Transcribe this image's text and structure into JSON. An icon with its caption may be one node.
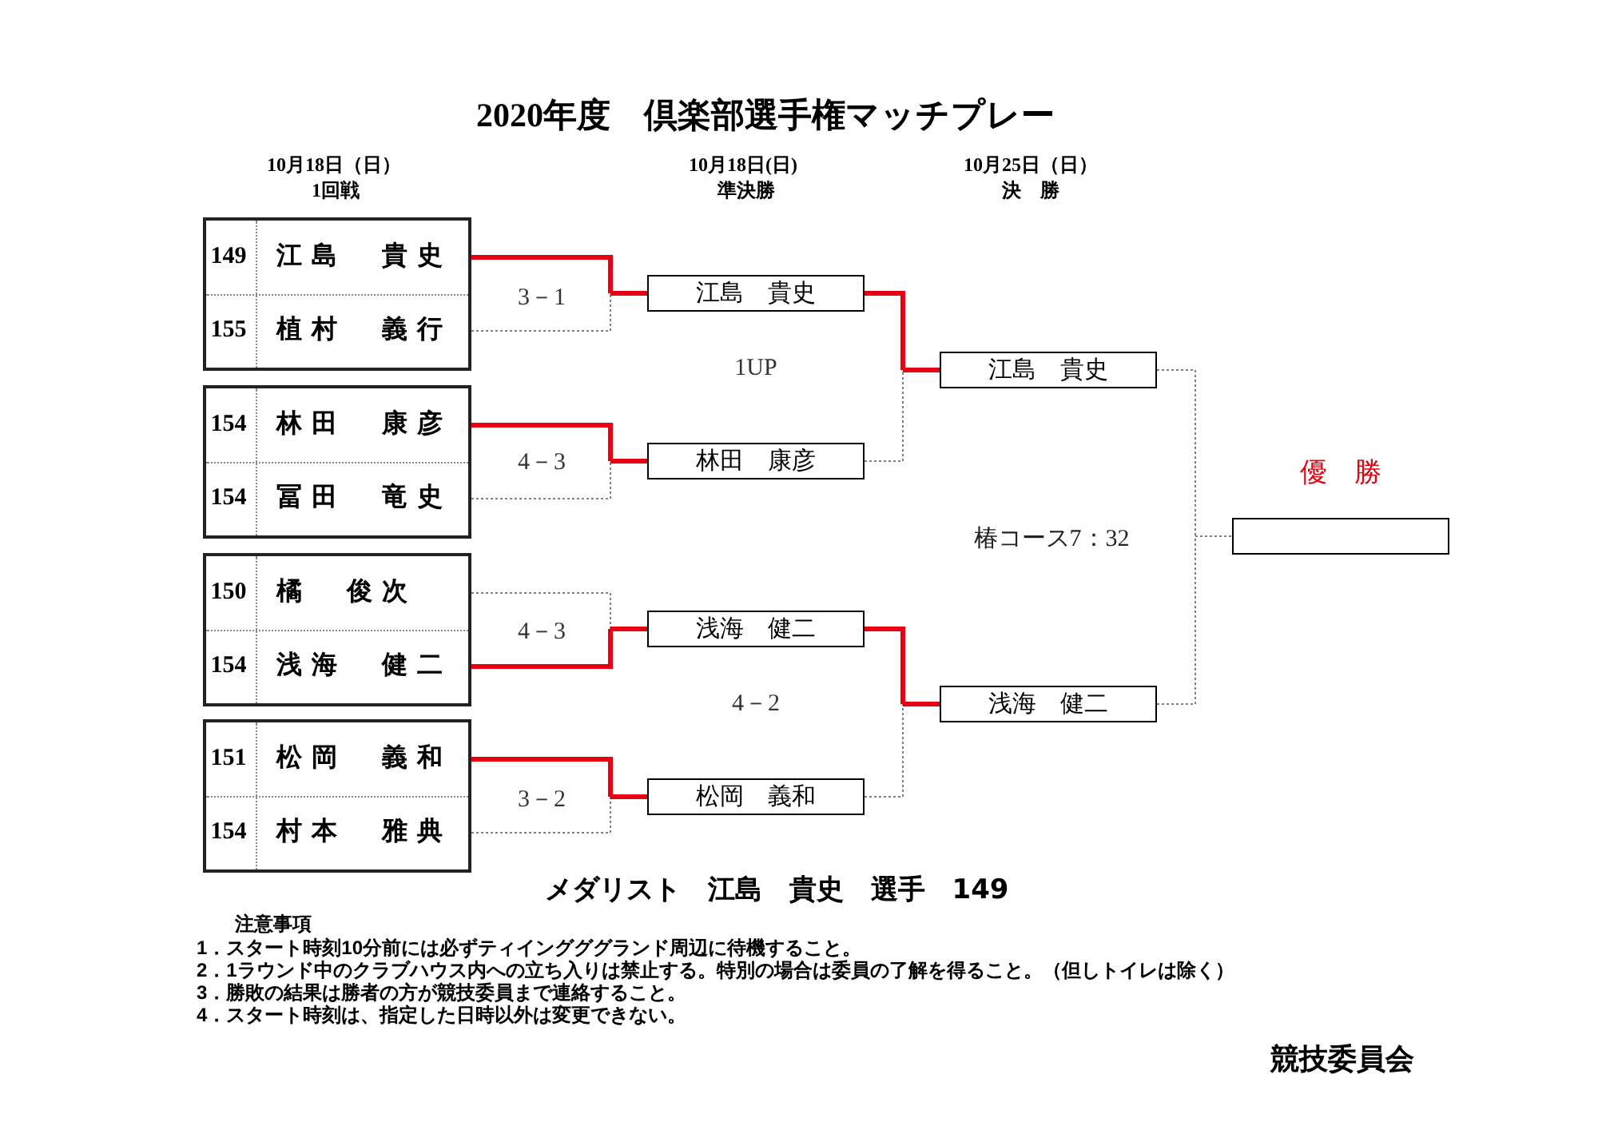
{
  "diagram": {
    "title": "2020年度　倶楽部選手権マッチプレー",
    "nodes": [
      {
        "text": [],
        "shape": "box"
      },
      {
        "text": [
          "149",
          "江島　貴史"
        ],
        "in": 0
      },
      {
        "text": [
          "155",
          "植村　義行"
        ],
        "in": 0
      },
      {
        "text": [],
        "shape": "box"
      },
      {
        "text": [
          "154",
          "林田　康彦"
        ],
        "in": 3
      },
      {
        "text": [
          "154",
          "冨田　竜史"
        ],
        "in": 3
      },
      {
        "text": [],
        "shape": "box"
      },
      {
        "text": [
          "150",
          "橘　俊次"
        ],
        "in": 6
      },
      {
        "text": [
          "154",
          "浅海　健二"
        ],
        "in": 6
      },
      {
        "text": [],
        "shape": "box"
      },
      {
        "text": [
          "151",
          "松岡　義和"
        ],
        "in": 9
      },
      {
        "text": [
          "154",
          "村本　雅典"
        ],
        "in": 9
      },
      {
        "text": [
          "江島　貴史"
        ]
      },
      {
        "text": [
          "林田　康彦"
        ]
      },
      {
        "text": [
          "浅海　健二"
        ]
      },
      {
        "text": [
          "松岡　義和"
        ]
      },
      {
        "text": [
          "江島　貴史"
        ]
      },
      {
        "text": [
          "浅海　健二"
        ]
      },
      {
        "text": [
          "優　勝"
        ]
      }
    ],
    "edges": [
      {
        "from": 1,
        "to": 12,
        "arrow": "none",
        "style": "thick",
        "color": "#e60012"
      },
      {
        "from": 2,
        "to": 12,
        "arrow": "none",
        "style": "dashed"
      },
      {
        "from": 4,
        "to": 13,
        "arrow": "none",
        "style": "thick",
        "color": "#e60012"
      },
      {
        "from": 5,
        "to": 13,
        "arrow": "none",
        "style": "dashed"
      },
      {
        "from": 7,
        "to": 14,
        "arrow": "none",
        "style": "dashed"
      },
      {
        "from": 8,
        "to": 14,
        "arrow": "none",
        "style": "thick",
        "color": "#e60012"
      },
      {
        "from": 10,
        "to": 15,
        "arrow": "none",
        "style": "thick",
        "color": "#e60012"
      },
      {
        "from": 11,
        "to": 15,
        "arrow": "none",
        "style": "dashed"
      },
      {
        "from": 12,
        "to": 16,
        "arrow": "none",
        "style": "thick",
        "color": "#e60012"
      },
      {
        "from": 13,
        "to": 16,
        "arrow": "none",
        "style": "dashed"
      },
      {
        "from": 14,
        "to": 17,
        "arrow": "none",
        "style": "thick",
        "color": "#e60012"
      },
      {
        "from": 15,
        "to": 17,
        "arrow": "none",
        "style": "dashed"
      },
      {
        "from": 16,
        "to": 18,
        "arrow": "none",
        "style": "dashed"
      },
      {
        "from": 17,
        "to": 18,
        "arrow": "none",
        "style": "dashed"
      }
    ],
    "labels": [
      "10月18日（日）",
      "10月18日(日)",
      "10月25日（日）",
      "1回戦",
      "準決勝",
      "決　勝",
      "3－1",
      "1UP",
      "4－3",
      "椿コース7：32",
      "4－3",
      "4－2",
      "3－2",
      "メダリスト　江島　貴史　選手　149",
      "注意事項",
      "1．スタート時刻10分前には必ずティイングググランド周辺に待機すること。",
      "2．1ラウンド中のクラブハウス内への立ち入りは禁止する。特別の場合は委員の了解を得ること。（但しトイレは除く）",
      "3．勝敗の結果は勝者の方が競技委員まで連絡すること。",
      "4．スタート時刻は、指定した日時以外は変更できない。",
      "競技委員会"
    ]
  }
}
